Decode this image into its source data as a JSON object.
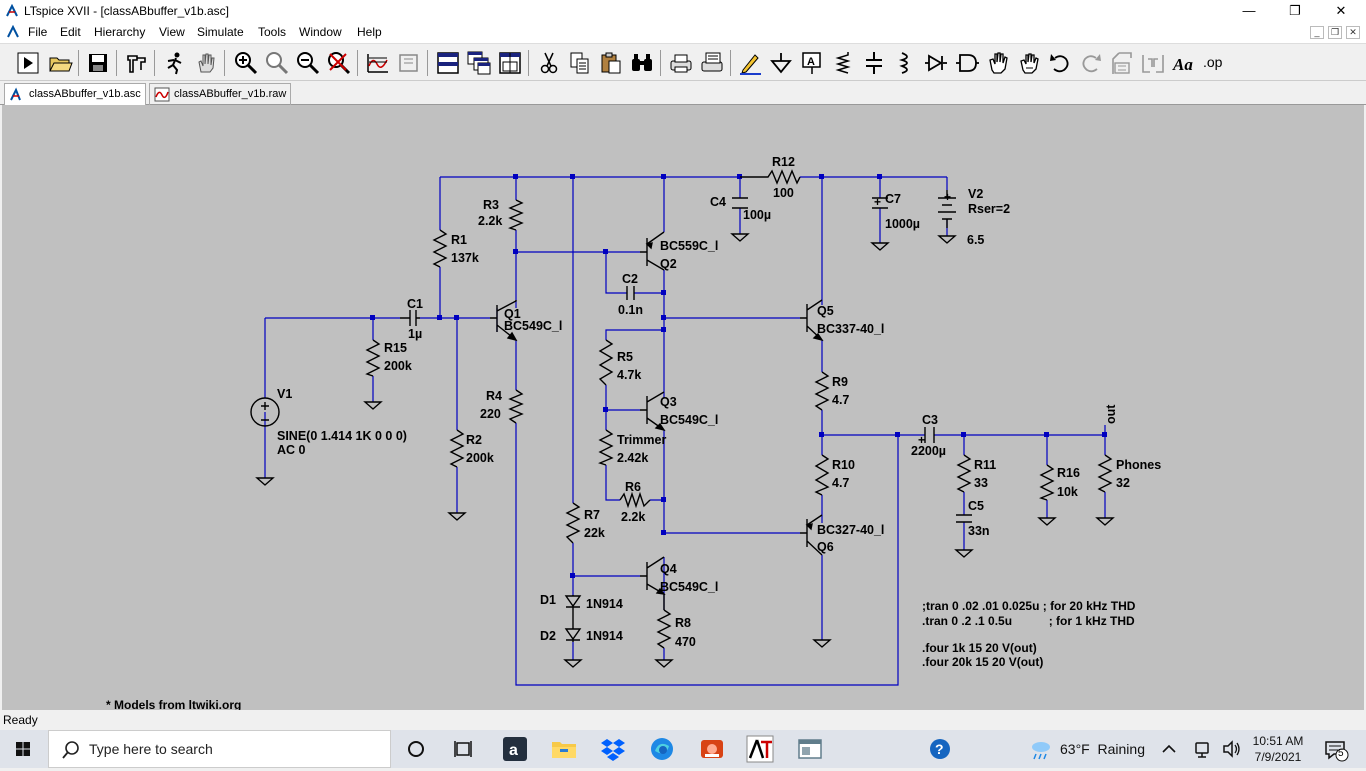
{
  "window": {
    "title": "LTspice XVII - [classABbuffer_v1b.asc]"
  },
  "menu": [
    "File",
    "Edit",
    "Hierarchy",
    "View",
    "Simulate",
    "Tools",
    "Window",
    "Help"
  ],
  "tabs": [
    {
      "label": "classABbuffer_v1b.asc",
      "active": true
    },
    {
      "label": "classABbuffer_v1b.raw",
      "active": false
    }
  ],
  "toolbar_icons": [
    "run-icon",
    "open-icon",
    "save-icon",
    "control-panel-icon",
    "run-simulation-icon",
    "halt-icon",
    "zoom-in-icon",
    "zoom-full-icon",
    "zoom-out-icon",
    "zoom-cancel-icon",
    "autorange-icon",
    "area-icon",
    "tile-horizontal-icon",
    "cascade-icon",
    "tile-vertical-icon",
    "cut-icon",
    "copy-icon",
    "paste-icon",
    "find-icon",
    "print-icon",
    "print-setup-icon",
    "draw-wire-icon",
    "ground-icon",
    "label-net-icon",
    "resistor-icon",
    "capacitor-icon",
    "inductor-icon",
    "diode-icon",
    "component-icon",
    "move-icon",
    "drag-icon",
    "undo-icon",
    "redo-icon",
    "rotate-icon",
    "mirror-icon",
    "text-icon",
    "spice-directive-icon"
  ],
  "schematic": {
    "components": {
      "R1": {
        "name": "R1",
        "value": "137k"
      },
      "R2": {
        "name": "R2",
        "value": "200k"
      },
      "R3": {
        "name": "R3",
        "value": "2.2k"
      },
      "R4": {
        "name": "R4",
        "value": "220"
      },
      "R5": {
        "name": "R5",
        "value": "4.7k"
      },
      "R6": {
        "name": "R6",
        "value": "2.2k"
      },
      "R7": {
        "name": "R7",
        "value": "22k"
      },
      "R8": {
        "name": "R8",
        "value": "470"
      },
      "R9": {
        "name": "R9",
        "value": "4.7"
      },
      "R10": {
        "name": "R10",
        "value": "4.7"
      },
      "R11": {
        "name": "R11",
        "value": "33"
      },
      "R12": {
        "name": "R12",
        "value": "100"
      },
      "R15": {
        "name": "R15",
        "value": "200k"
      },
      "R16": {
        "name": "R16",
        "value": "10k"
      },
      "Trimmer": {
        "name": "Trimmer",
        "value": "2.42k"
      },
      "Phones": {
        "name": "Phones",
        "value": "32"
      },
      "C1": {
        "name": "C1",
        "value": "1µ"
      },
      "C2": {
        "name": "C2",
        "value": "0.1n"
      },
      "C3": {
        "name": "C3",
        "value": "2200µ"
      },
      "C4": {
        "name": "C4",
        "value": "100µ"
      },
      "C5": {
        "name": "C5",
        "value": "33n"
      },
      "C7": {
        "name": "C7",
        "value": "1000µ"
      },
      "Q1": {
        "name": "Q1",
        "value": "BC549C_l"
      },
      "Q2": {
        "name": "Q2",
        "value": "BC559C_l"
      },
      "Q3": {
        "name": "Q3",
        "value": "BC549C_l"
      },
      "Q4": {
        "name": "Q4",
        "value": "BC549C_l"
      },
      "Q5": {
        "name": "Q5",
        "value": "BC337-40_l"
      },
      "Q6": {
        "name": "Q6",
        "value": "BC327-40_l"
      },
      "D1": {
        "name": "D1",
        "value": "1N914"
      },
      "D2": {
        "name": "D2",
        "value": "1N914"
      },
      "V1": {
        "name": "V1",
        "value": "SINE(0 1.414 1K 0 0 0)",
        "value2": "AC 0"
      },
      "V2": {
        "name": "V2",
        "rser": "Rser=2",
        "value": "6.5"
      }
    },
    "net_label": "out",
    "directives": [
      ";tran 0 .02 .01 0.025u ; for 20 kHz THD",
      ".tran 0 .2 .1 0.5u           ; for 1 kHz THD",
      ".four 1k 15 20 V(out)",
      ".four 20k 15 20 V(out)"
    ],
    "comment": "* Models from ltwiki.org"
  },
  "status": {
    "text": "Ready"
  },
  "taskbar": {
    "search_placeholder": "Type here to search",
    "weather": "63°F  Raining",
    "time": "10:51 AM",
    "date": "7/9/2021",
    "notifications": "5"
  }
}
